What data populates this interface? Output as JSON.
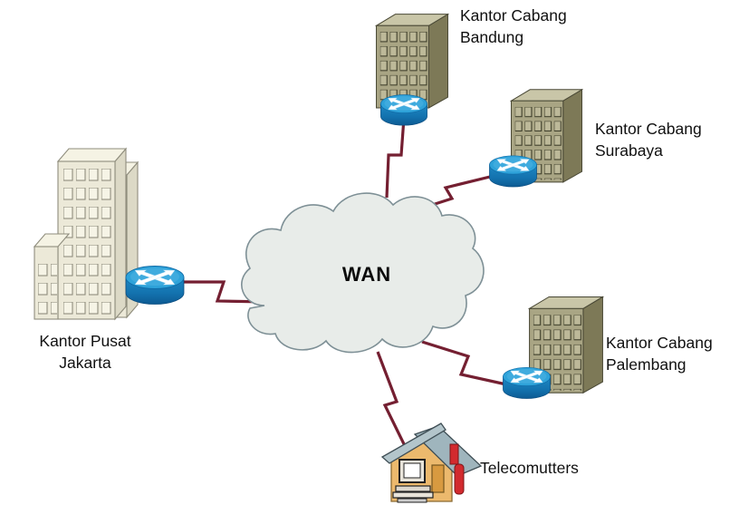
{
  "cloud": {
    "label": "WAN",
    "icon": "wan-cloud-icon"
  },
  "nodes": {
    "jakarta": {
      "line1": "Kantor Pusat",
      "line2": "Jakarta",
      "icon": "office-building-icon"
    },
    "bandung": {
      "line1": "Kantor Cabang",
      "line2": "Bandung",
      "icon": "office-building-icon"
    },
    "surabaya": {
      "line1": "Kantor Cabang",
      "line2": "Surabaya",
      "icon": "office-building-icon"
    },
    "palembang": {
      "line1": "Kantor Cabang",
      "line2": "Palembang",
      "icon": "office-building-icon"
    },
    "telecommuters": {
      "label": "Telecomutters",
      "icon": "house-with-computer-icon"
    }
  },
  "links": [
    {
      "from": "jakarta",
      "to": "wan",
      "style": "zigzag"
    },
    {
      "from": "bandung",
      "to": "wan",
      "style": "zigzag"
    },
    {
      "from": "surabaya",
      "to": "wan",
      "style": "zigzag"
    },
    {
      "from": "palembang",
      "to": "wan",
      "style": "zigzag"
    },
    {
      "from": "telecommuters",
      "to": "wan",
      "style": "zigzag"
    }
  ],
  "colors": {
    "link": "#741f31",
    "router_top": "#2ea2d9",
    "router_side_dark": "#0d5a92",
    "cloud_fill": "#e8ece9",
    "cloud_stroke": "#7e9096",
    "branch_building_front": "#a9a584",
    "branch_building_side": "#7d7957",
    "branch_building_top": "#c9c6a8",
    "hq_building_front": "#ece9d8",
    "hq_building_side": "#dcd9c6",
    "hq_building_top": "#f5f3e4",
    "house_wall": "#ecb96d",
    "house_roof": "#9fb5bd",
    "house_red": "#d22a2e",
    "text": "#111111"
  }
}
